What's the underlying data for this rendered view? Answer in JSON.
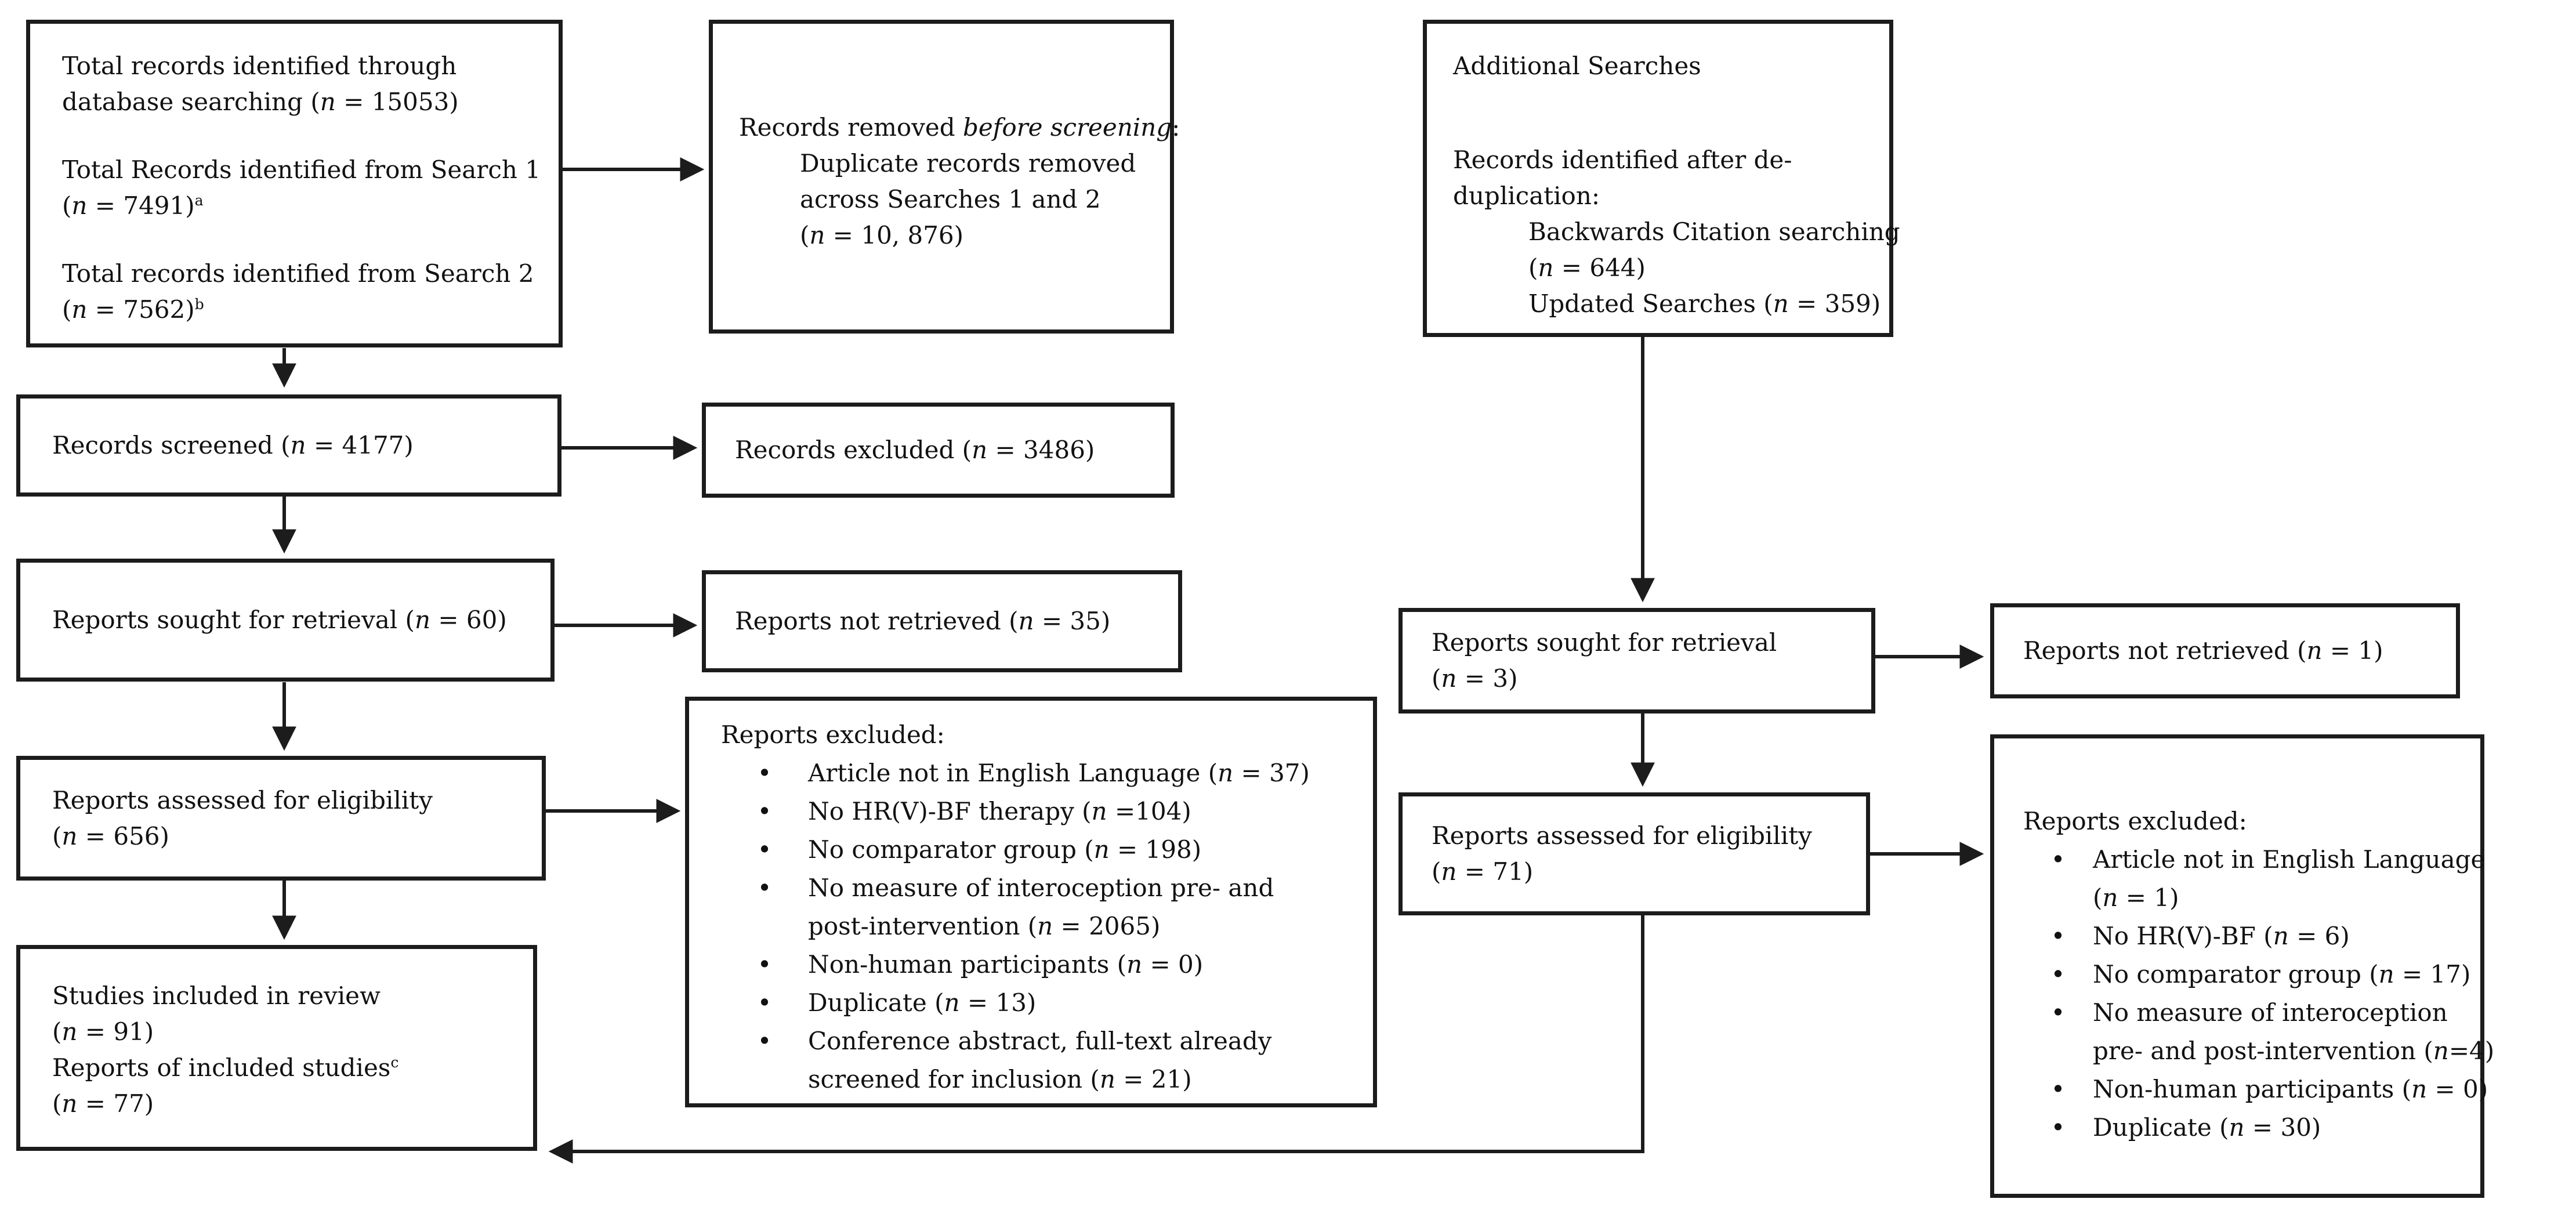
{
  "page": {
    "background": "#ffffff",
    "text_color": "#111111",
    "line_color": "#1c1c1c",
    "diagram_type": "PRISMA flow diagram"
  },
  "identification": {
    "total_box": {
      "p1_l1": "Total records identified through",
      "p1_l2": "database searching (n = 15053)",
      "p2_l1": "Total Records identified from Search 1",
      "p2_l2": "(n = 7491)^a",
      "p3_l1": "Total records identified from Search 2",
      "p3_l2": "(n = 7562)^b"
    },
    "removed_box": {
      "heading": "Records removed *before screening*:",
      "l1": "Duplicate records removed",
      "l2": "across Searches 1 and 2",
      "l3": "(n = 10, 876)"
    },
    "additional_box": {
      "title": "Additional Searches",
      "l1": "Records identified after de-",
      "l2": "duplication:",
      "s1": "Backwards Citation searching",
      "s2": "(n = 644)",
      "s3": "Updated Searches (n = 359)"
    }
  },
  "screening": {
    "screened": "Records screened (n = 4177)",
    "records_excluded": "Records excluded (n = 3486)",
    "sought": "Reports sought for retrieval (n = 60)",
    "not_retrieved": "Reports not retrieved (n = 35)",
    "assessed_l1": "Reports assessed for eligibility",
    "assessed_l2": "(n = 656)",
    "excluded": {
      "heading": "Reports excluded:",
      "i1": "Article not in English Language (n = 37)",
      "i2": "No HR(V)-BF therapy (n =104)",
      "i3": "No comparator group (n = 198)",
      "i4_l1": "No measure of interoception pre- and",
      "i4_l2": "post-intervention (n = 2065)",
      "i5": "Non-human participants (n = 0)",
      "i6": "Duplicate (n = 13)",
      "i7_l1": "Conference abstract, full-text already",
      "i7_l2": "screened for inclusion (n = 21)"
    }
  },
  "included": {
    "l1": "Studies included in review",
    "l2": "(n = 91)",
    "l3": "Reports of included studies^c",
    "l4": "(n = 77)"
  },
  "additional_flow": {
    "sought_l1": "Reports sought for retrieval",
    "sought_l2": "(n = 3)",
    "not_retrieved": "Reports not retrieved (n = 1)",
    "assessed_l1": "Reports assessed for eligibility",
    "assessed_l2": "(n = 71)",
    "excluded": {
      "heading": "Reports excluded:",
      "i1_l1": "Article not in English Language",
      "i1_l2": "(n = 1)",
      "i2": "No HR(V)-BF (n = 6)",
      "i3": "No comparator group (n = 17)",
      "i4_l1": "No measure of interoception",
      "i4_l2": "pre- and post-intervention (n=4)",
      "i5": "Non-human participants (n = 0)",
      "i6": "Duplicate (n = 30)"
    }
  }
}
